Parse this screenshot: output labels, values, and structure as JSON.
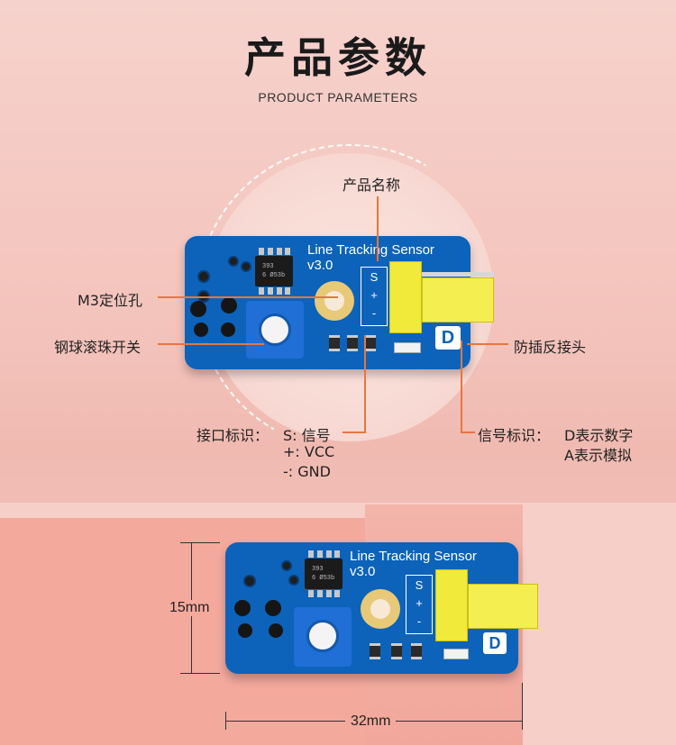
{
  "header": {
    "title": "产品参数",
    "subtitle": "PRODUCT PARAMETERS"
  },
  "board": {
    "label_line1": "Line Tracking Sensor",
    "label_line2": "v3.0",
    "chip_text1": "393",
    "chip_text2": "6 Ø53b",
    "pin_labels": [
      "S",
      "+",
      "-"
    ],
    "badge": "D"
  },
  "callouts": {
    "product_name": "产品名称",
    "m3_hole": "M3定位孔",
    "ball_switch": "钢球滚珠开关",
    "anti_reverse": "防插反接头",
    "interface_label": "接口标识：",
    "interface_lines": [
      "S: 信号",
      "+:  VCC",
      "-: GND"
    ],
    "signal_label": "信号标识：",
    "signal_lines": [
      "D表示数字",
      "A表示模拟"
    ]
  },
  "dimensions": {
    "height": "15mm",
    "width": "32mm"
  },
  "colors": {
    "accent_line": "#e7763f",
    "board_blue": "#0c63b9",
    "connector_yellow": "#f1ea3a"
  }
}
